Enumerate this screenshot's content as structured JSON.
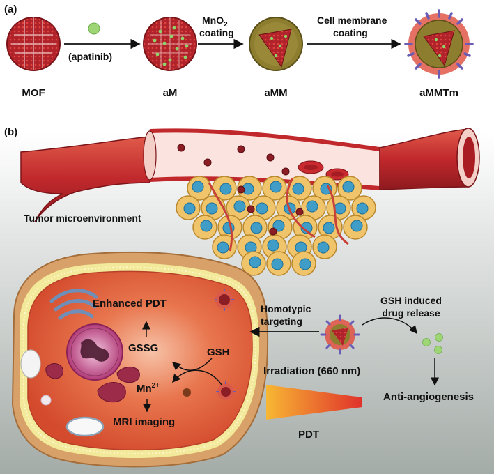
{
  "panel_a": {
    "label": "(a)",
    "drug": "(apatinib)",
    "coat1": "MnO",
    "coat1_sub": "2",
    "coat1_line2": "coating",
    "coat2": "Cell membrane",
    "coat2_line2": "coating",
    "stages": [
      "MOF",
      "aM",
      "aMM",
      "aMMTm"
    ]
  },
  "panel_b": {
    "label": "(b)",
    "tumor": "Tumor microenvironment",
    "homotypic": "Homotypic",
    "targeting": "targeting",
    "gsh_release_1": "GSH induced",
    "gsh_release_2": "drug release",
    "enhanced_pdt": "Enhanced PDT",
    "gssg": "GSSG",
    "gsh": "GSH",
    "mn": "Mn",
    "mn_sup": "2+",
    "mri": "MRI imaging",
    "irradiation": "Irradiation (660 nm)",
    "pdt": "PDT",
    "anti": "Anti-angiogenesis"
  },
  "colors": {
    "mof_red": "#b0232a",
    "drug_green": "#8fd36b",
    "mno2_olive": "#8a7a2c",
    "membrane_purple": "#6a5bb5",
    "cell_orange": "#e0613c",
    "background_gradient_top": "#ffffff",
    "background_gradient_bottom": "#9fa8a4"
  }
}
